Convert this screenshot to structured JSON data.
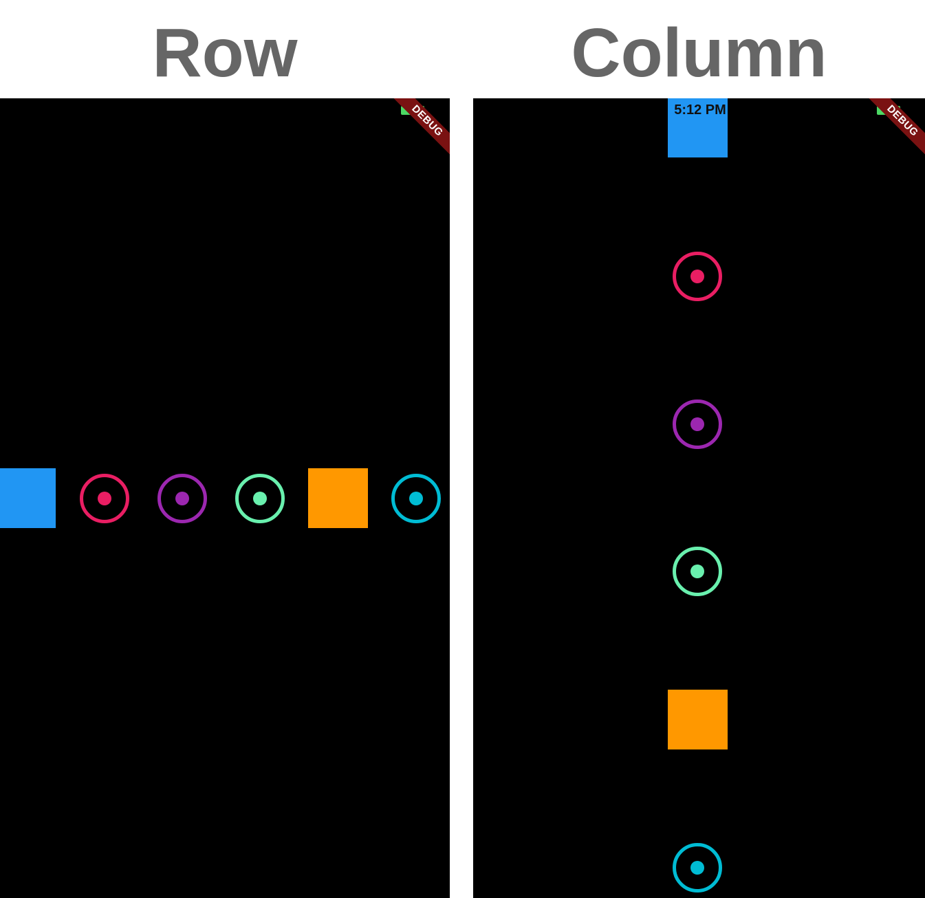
{
  "headings": {
    "row": "Row",
    "column": "Column"
  },
  "debug_banner": "DEBUG",
  "status_bar": {
    "time": "5:12 PM"
  },
  "colors": {
    "blue": "#2196f3",
    "pink": "#e91e63",
    "purple": "#9c27b0",
    "green": "#69f0ae",
    "orange": "#ff9800",
    "cyan": "#00bcd4",
    "battery": "#4cd964",
    "debug_ribbon": "#7a1212",
    "heading_text": "#666666"
  },
  "items": [
    {
      "shape": "square",
      "color": "blue"
    },
    {
      "shape": "ring",
      "color": "pink"
    },
    {
      "shape": "ring",
      "color": "purple"
    },
    {
      "shape": "ring",
      "color": "green"
    },
    {
      "shape": "square",
      "color": "orange"
    },
    {
      "shape": "ring",
      "color": "cyan"
    }
  ]
}
